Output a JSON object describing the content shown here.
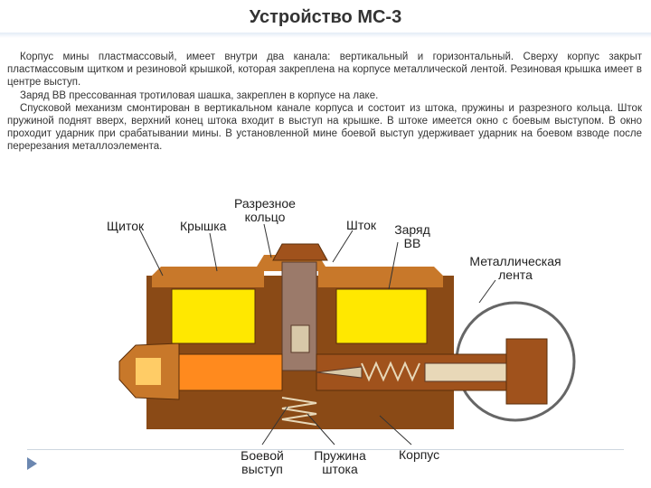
{
  "title": "Устройство МС-3",
  "description": [
    "Корпус мины пластмассовый, имеет внутри два канала: вертикальный и горизонтальный. Сверху корпус закрыт пластмассовым щитком и резиновой крышкой, которая закреплена на корпусе металлической лентой. Резиновая крышка имеет в центре выступ.",
    "Заряд ВВ прессованная тротиловая шашка, закреплен в корпусе на лаке.",
    "Спусковой механизм смонтирован в вертикальном канале корпуса и состоит из штока, пружины и разрезного кольца. Шток пружиной поднят вверх, верхний конец штока входит в выступ на крышке. В штоке имеется окно с боевым выступом. В окно проходит ударник при срабатывании мины. В установленной мине боевой выступ удерживает ударник на боевом взводе после перерезания металлоэлемента."
  ],
  "labels": {
    "shield": "Щиток",
    "cover": "Крышка",
    "split_ring": "Разрезное кольцо",
    "rod": "Шток",
    "charge": "Заряд ВВ",
    "metal_band": "Металлическая лента",
    "combat_ledge": "Боевой выступ",
    "rod_spring": "Пружина штока",
    "body": "Корпус"
  },
  "colors": {
    "body": "#8a4a16",
    "shield": "#c8782a",
    "charge": "#ffe800",
    "rod": "#9b7a6a",
    "detonator": "#ff8a1e",
    "striker": "#e8d8b8"
  }
}
